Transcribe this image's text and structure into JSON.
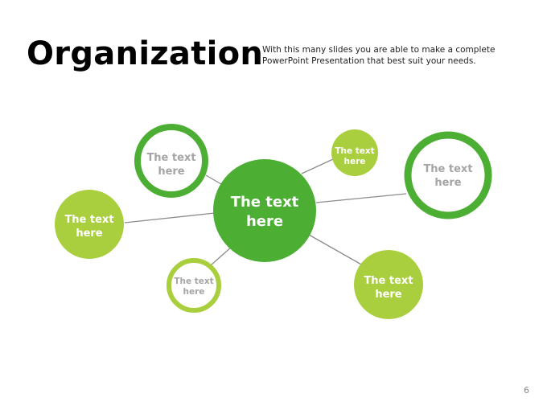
{
  "header": {
    "title": "Organization",
    "subtitle": "With this many slides you are able to make a complete PowerPoint Presentation that best suit your needs."
  },
  "footer": {
    "page_number": "6"
  },
  "colors": {
    "dark_green": "#4cae33",
    "light_green": "#a9cf3e",
    "connector": "#8c8c8c",
    "outline_text": "#a5a5a5",
    "filled_text": "#ffffff"
  },
  "diagram": {
    "center": {
      "label": "The text\nhere"
    },
    "nodes": [
      {
        "id": "top-left",
        "label": "The text\nhere"
      },
      {
        "id": "left",
        "label": "The text\nhere"
      },
      {
        "id": "bottom-left",
        "label": "The text\nhere"
      },
      {
        "id": "top-small",
        "label": "The text\nhere"
      },
      {
        "id": "right",
        "label": "The text\nhere"
      },
      {
        "id": "bottom-right",
        "label": "The text\nhere"
      }
    ]
  }
}
